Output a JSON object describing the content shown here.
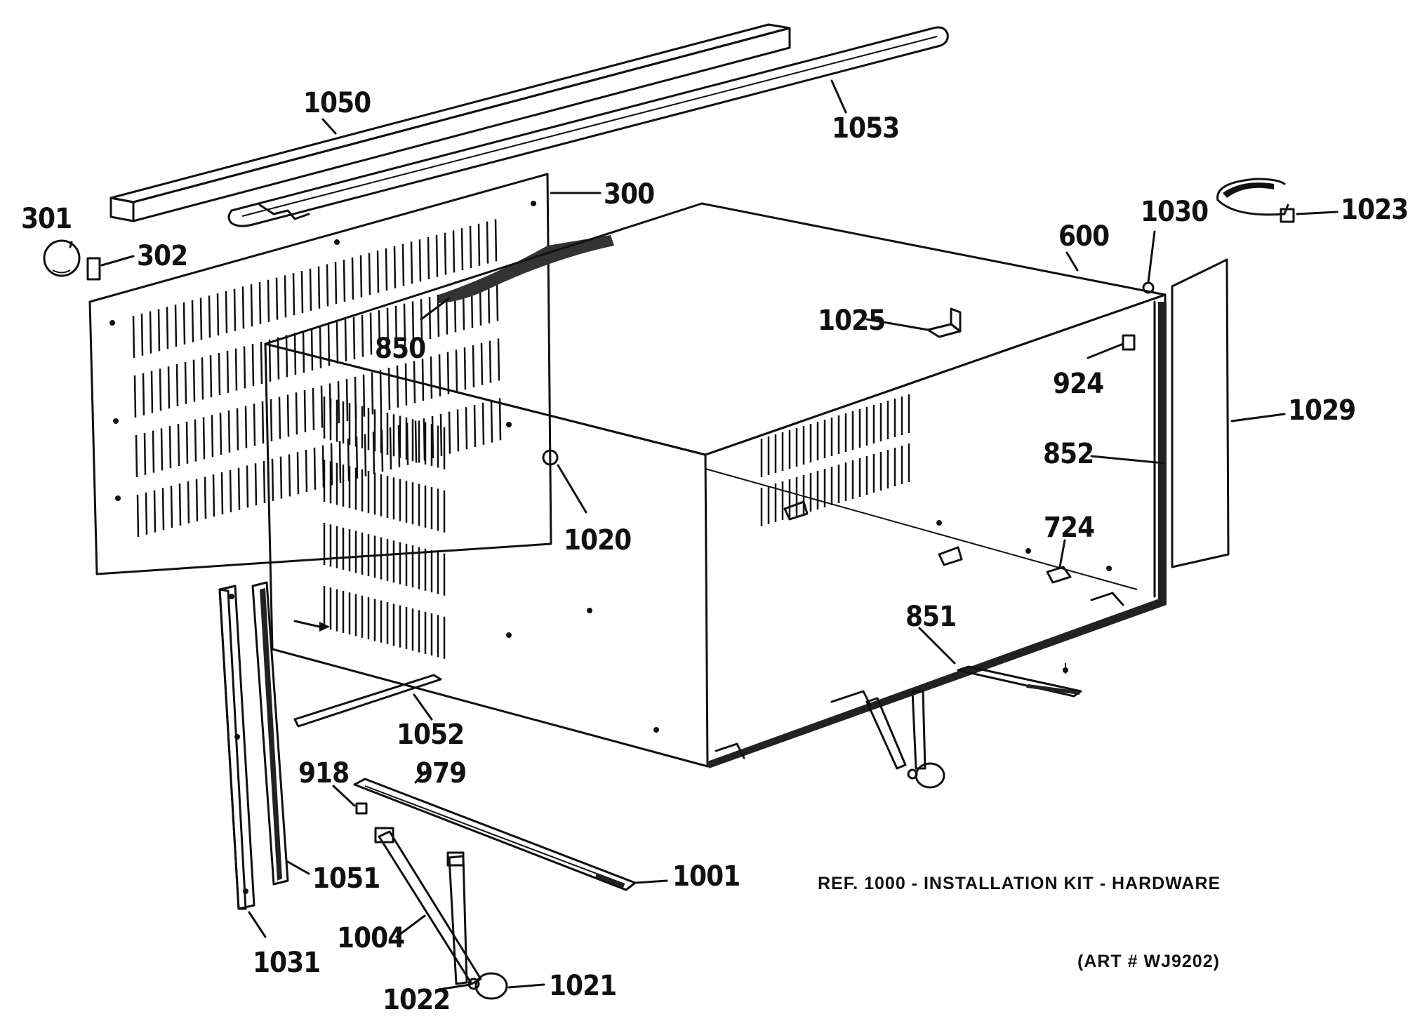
{
  "callouts": {
    "c1050": "1050",
    "c1053": "1053",
    "c300": "300",
    "c301": "301",
    "c302": "302",
    "c850": "850",
    "c600": "600",
    "c1030": "1030",
    "c1023": "1023",
    "c1025": "1025",
    "c924": "924",
    "c1029": "1029",
    "c852": "852",
    "c1020": "1020",
    "c724": "724",
    "c851": "851",
    "c1052": "1052",
    "c918": "918",
    "c979": "979",
    "c1051": "1051",
    "c1001": "1001",
    "c1004": "1004",
    "c1031": "1031",
    "c1022": "1022",
    "c1021": "1021"
  },
  "notes": {
    "kit_reference": "REF. 1000 - INSTALLATION KIT - HARDWARE",
    "art_number": "(ART # WJ9202)"
  },
  "icons": [
    "exploded-parts-diagram"
  ]
}
